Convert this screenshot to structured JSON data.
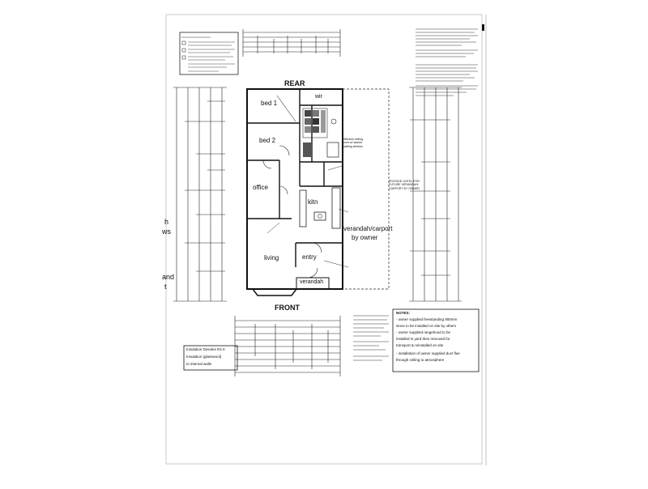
{
  "plan": {
    "rear_label": "REAR",
    "front_label": "FRONT",
    "rooms": {
      "bed1": "bed 1",
      "bed2": "bed 2",
      "wir": "wir",
      "office": "office",
      "kitchen": "kitn",
      "living": "living",
      "entry": "entry",
      "verandah": "verandah",
      "verandah_carport": "verandah/carport",
      "by_owner": "by owner"
    },
    "annotations": {
      "window_right": "Window ceiling\nover w/ sadow\nadding window",
      "carport_note": "PROVIDE LINTEL FOR\nFUTURE VERANDAH/\nCARPORT BY OWNER",
      "insulation_1": "Insulation Desoles R2.0",
      "insulation_2": "Insulation (glasswool)",
      "insulation_3": "to internal walls"
    },
    "notes": {
      "heading": "NOTES:",
      "lines": [
        "- owner supplied freestanding 900mm",
        "stove to be installed on site by others",
        "- owner supplied rangehood to be",
        "installed in yard then removed for",
        "transport & reinstalled on site",
        "- installation of owner supplied duct flue",
        "through ceiling to atmosphere"
      ]
    },
    "margin_fragments": [
      "h",
      "ws",
      "and",
      "t"
    ]
  }
}
